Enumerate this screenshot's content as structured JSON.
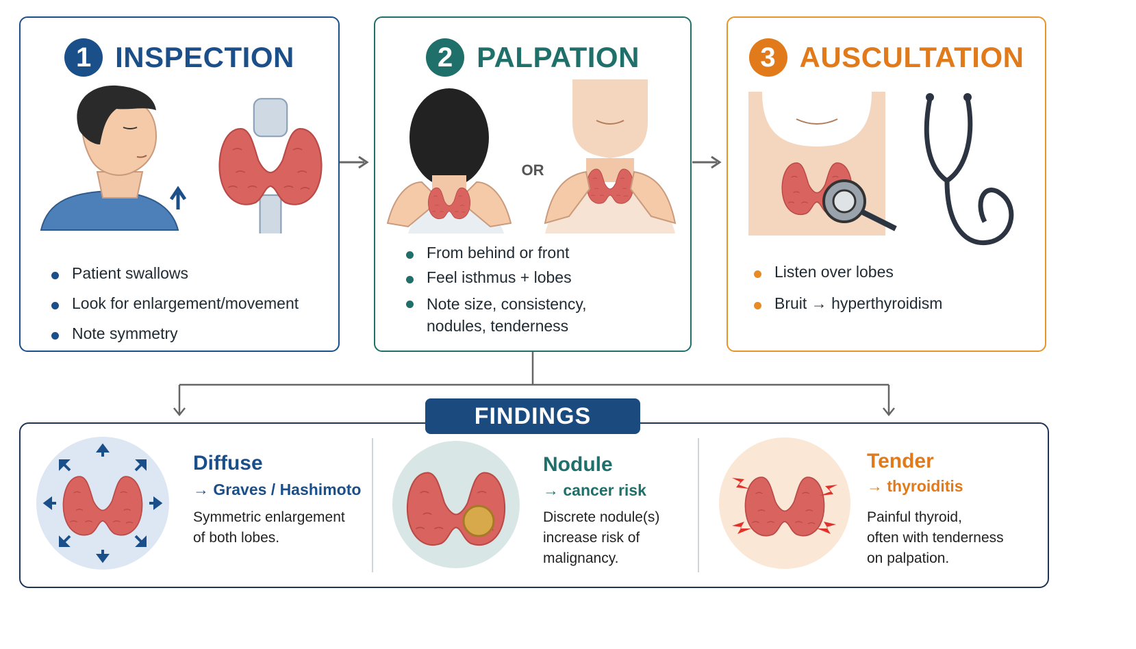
{
  "steps": [
    {
      "number": "1",
      "title": "INSPECTION",
      "bullets": [
        "Patient swallows",
        "Look for enlargement/movement",
        "Note symmetry"
      ]
    },
    {
      "number": "2",
      "title": "PALPATION",
      "or_label": "OR",
      "bullets": [
        "From behind or front",
        "Feel isthmus + lobes",
        "Note size, consistency,",
        "nodules, tenderness"
      ]
    },
    {
      "number": "3",
      "title": "AUSCULTATION",
      "bullets": [
        "Listen over lobes",
        "Bruit → hyperthyroidism"
      ]
    }
  ],
  "findings": {
    "label": "FINDINGS",
    "items": [
      {
        "title": "Diffuse",
        "subtitle": "→ Graves / Hashimoto",
        "desc": [
          "Symmetric enlargement",
          "of both lobes."
        ]
      },
      {
        "title": "Nodule",
        "subtitle": "→ cancer risk",
        "desc": [
          "Discrete nodule(s)",
          "increase risk of",
          "malignancy."
        ]
      },
      {
        "title": "Tender",
        "subtitle": "→ thyroiditis",
        "desc": [
          "Painful thyroid,",
          "often with tenderness",
          "on palpation."
        ]
      }
    ]
  },
  "colors": {
    "inspection": "#1b4f8a",
    "palpation": "#1f6f6a",
    "auscultation": "#e07a1a",
    "findings": "#1b4a7e",
    "thyroid": "#d9645f"
  }
}
